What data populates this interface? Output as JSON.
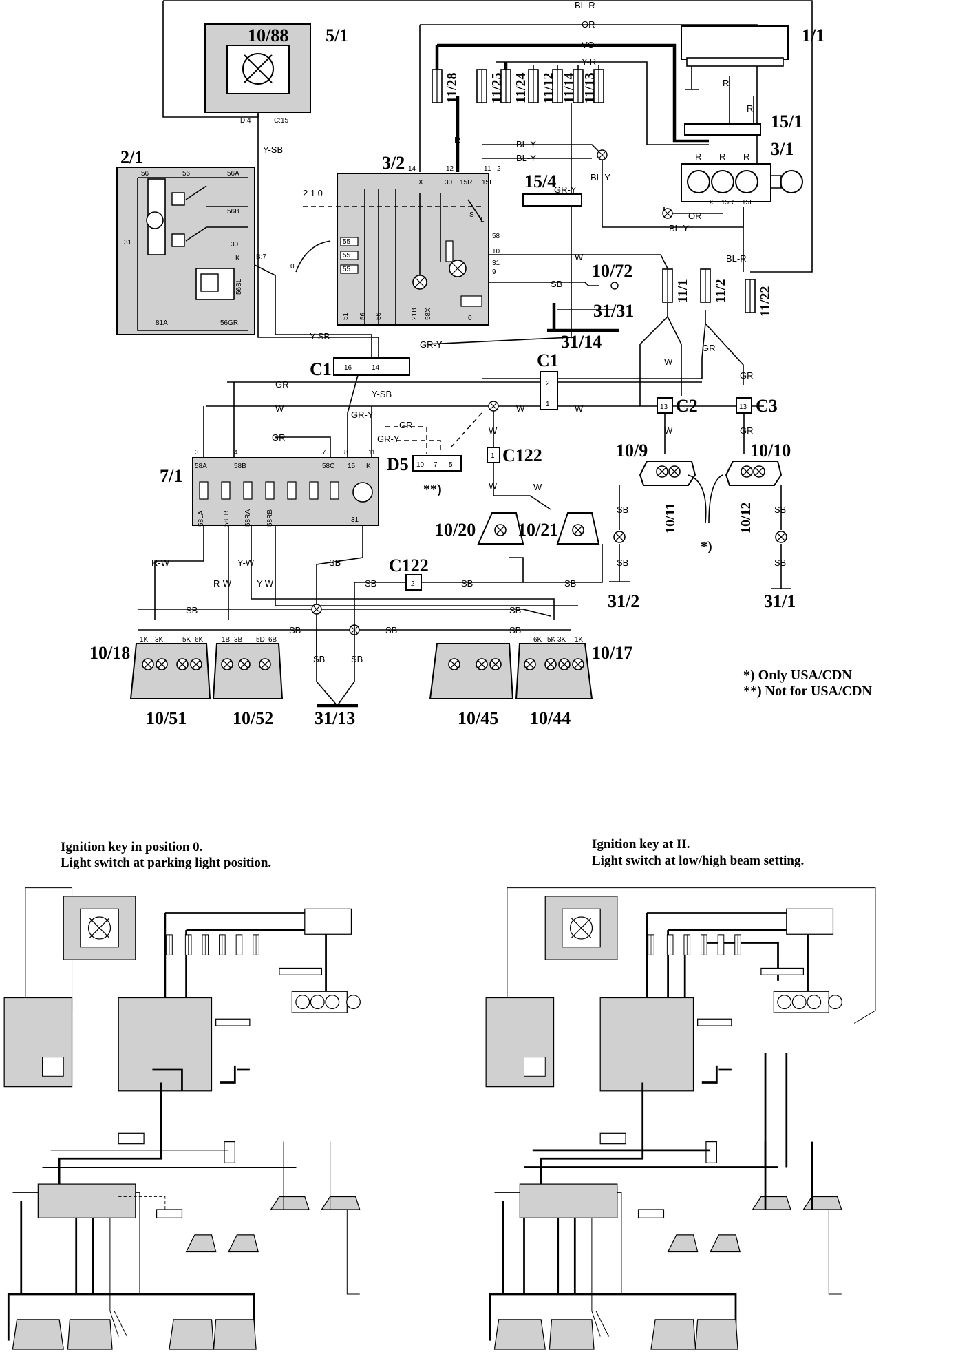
{
  "components": {
    "c10_88": "10/88",
    "c5_1": "5/1",
    "c1_1": "1/1",
    "c15_1": "15/1",
    "c3_1": "3/1",
    "c2_1": "2/1",
    "c3_2": "3/2",
    "c15_4": "15/4",
    "c10_72": "10/72",
    "c31_31": "31/31",
    "c31_14": "31/14",
    "c1_a": "C1",
    "c1_b": "C1",
    "c2": "C2",
    "c3": "C3",
    "c7_1": "7/1",
    "d5": "D5",
    "c122_a": "C122",
    "c122_b": "C122",
    "c10_9": "10/9",
    "c10_10": "10/10",
    "c10_11": "10/11",
    "c10_12": "10/12",
    "c10_20": "10/20",
    "c10_21": "10/21",
    "c31_2": "31/2",
    "c31_1": "31/1",
    "c10_18": "10/18",
    "c10_17": "10/17",
    "c10_51": "10/51",
    "c10_52": "10/52",
    "c31_13": "31/13",
    "c10_45": "10/45",
    "c10_44": "10/44"
  },
  "fuses": [
    "11/28",
    "11/25",
    "11/24",
    "11/12",
    "11/14",
    "11/13",
    "11/1",
    "11/2",
    "11/22"
  ],
  "wires": {
    "bl_r": "BL-R",
    "or": "OR",
    "vo": "VO",
    "y_r": "Y-R",
    "r": "R",
    "bl_y": "BL-Y",
    "y_sb": "Y-SB",
    "gr_y": "GR-Y",
    "w": "W",
    "sb": "SB",
    "gr": "GR",
    "r_w": "R-W",
    "y_w": "Y-W"
  },
  "pins": {
    "d4": "D:4",
    "c15": "C:15",
    "b7": "B:7",
    "p56": "56",
    "p56a": "56A",
    "p56b": "56B",
    "p30": "30",
    "pk": "K",
    "p56bl": "56BL",
    "p81a": "81A",
    "p56gr": "56GR",
    "p31": "31",
    "sw_pos": "2 1 0",
    "p14": "14",
    "p12": "12",
    "p11": "11",
    "p2": "2",
    "px": "X",
    "p15r": "15R",
    "p15i": "15I",
    "p58": "58",
    "p55": "55",
    "p51": "51",
    "p56s": "56",
    "p21b": "21B",
    "p58x": "58X",
    "p0": "0",
    "p10": "10",
    "p9": "9",
    "pS": "S",
    "pL": "L",
    "c1_16": "16",
    "c1_14": "14",
    "c1_2": "2",
    "c1_1": "1",
    "c2_13": "13",
    "c3_13": "13",
    "c122_1": "1",
    "c122_2": "2",
    "m58a": "58A",
    "m58b": "58B",
    "m58c": "58C",
    "m15": "15",
    "mk": "K",
    "m58la": "58LA",
    "m58lb": "58LB",
    "m58ra": "58RA",
    "m58rb": "58RB",
    "m31": "31",
    "m3": "3",
    "m4": "4",
    "m7": "7",
    "m8": "8",
    "m11": "11",
    "d10": "10",
    "d7": "7",
    "d5p": "5",
    "l1k": "1K",
    "l3k": "3K",
    "l5k": "5K",
    "l6k": "6K",
    "l1b": "1B",
    "l3b": "3B",
    "l5d": "5D",
    "l6b": "6B",
    "l6k2": "6K",
    "l5k2": "5K",
    "l3k2": "3K",
    "l1k2": "1K"
  },
  "notes": {
    "only_usa": "*) Only USA/CDN",
    "not_usa": "**) Not for USA/CDN",
    "star": "*)",
    "dstar": "**)"
  },
  "captions": {
    "left_1": "Ignition key in position 0.",
    "left_2": "Light switch at parking light position.",
    "right_1": "Ignition key at II.",
    "right_2": "Light switch at low/high beam setting."
  }
}
